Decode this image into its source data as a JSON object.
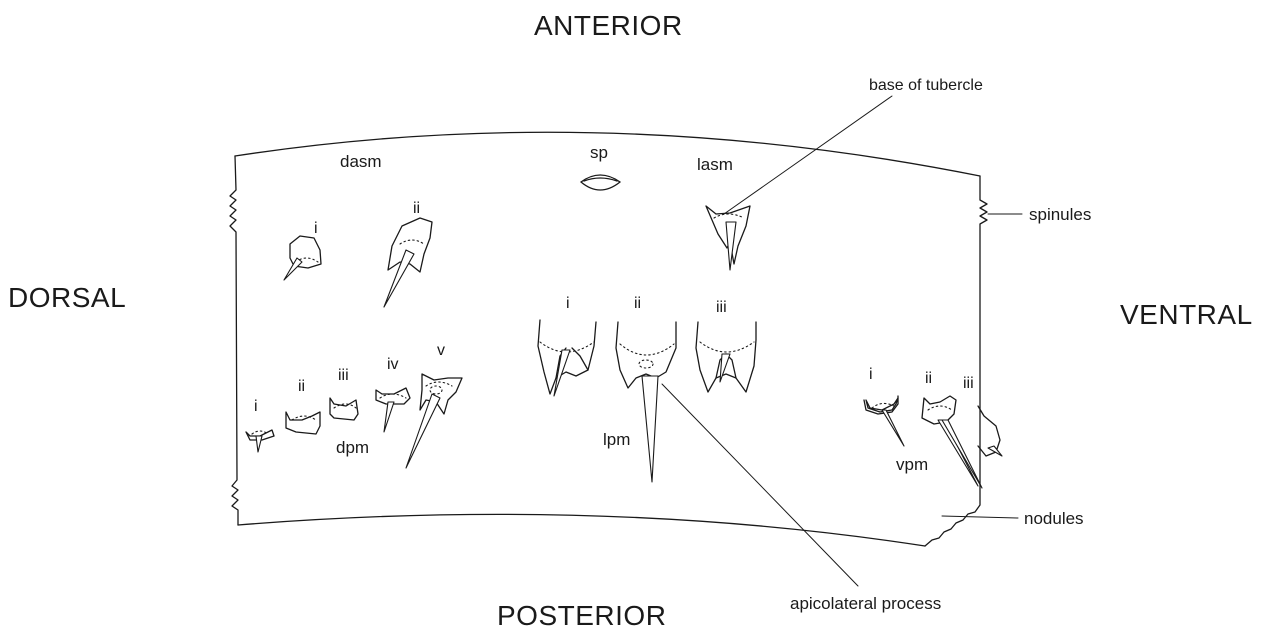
{
  "orientation": {
    "anterior": "ANTERIOR",
    "posterior": "POSTERIOR",
    "dorsal": "DORSAL",
    "ventral": "VENTRAL"
  },
  "labels": {
    "dasm": "dasm",
    "sp": "sp",
    "lasm": "lasm",
    "dpm": "dpm",
    "lpm": "lpm",
    "vpm": "vpm",
    "base_of_tubercle": "base of tubercle",
    "spinules": "spinules",
    "nodules": "nodules",
    "apicolateral_process": "apicolateral process"
  },
  "roman": {
    "dasm": [
      "i",
      "ii"
    ],
    "dpm": [
      "i",
      "ii",
      "iii",
      "iv",
      "v"
    ],
    "lpm": [
      "i",
      "ii",
      "iii"
    ],
    "vpm": [
      "i",
      "ii",
      "iii"
    ]
  },
  "colors": {
    "ink": "#1a1a1a",
    "background": "#ffffff"
  }
}
